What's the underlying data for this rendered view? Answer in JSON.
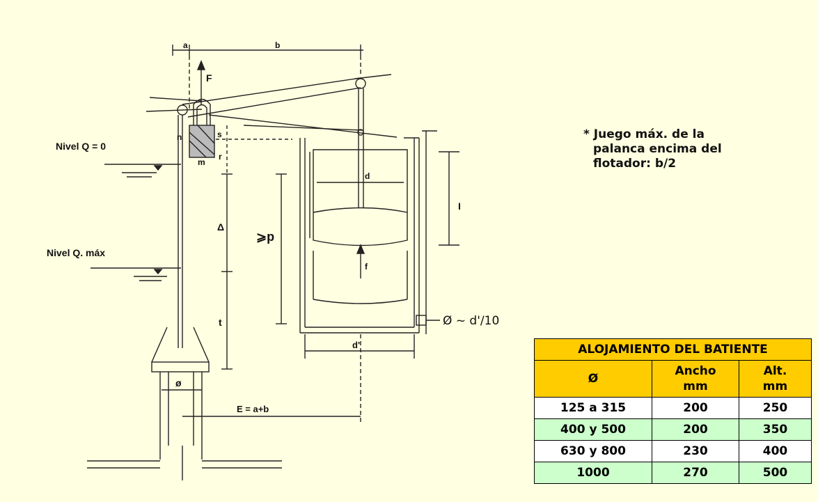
{
  "diagram": {
    "dim_a": "a",
    "dim_b": "b",
    "force_F": "F",
    "level_q0": "Nivel Q = 0",
    "level_qmax": "Nivel Q. máx",
    "dim_n": "n",
    "dim_m": "m",
    "dim_s": "s",
    "dim_r": "r",
    "dim_delta": "Δ",
    "dim_p": "⩾p",
    "dim_t": "t",
    "dim_d": "d",
    "dim_f": "f",
    "dim_I": "I",
    "dim_dprime": "d'",
    "dim_diameter": "ø",
    "dim_E": "E = a+b",
    "drain_label": "Ø ~ d'/10"
  },
  "note": {
    "line1": "* Juego máx. de la",
    "line2": "palanca encima del",
    "line3": "flotador: b/2"
  },
  "table": {
    "title": "ALOJAMIENTO DEL BATIENTE",
    "headers": [
      "Ø",
      "Ancho\nmm",
      "Alt.\nmm"
    ],
    "rows": [
      [
        "125 a 315",
        "200",
        "250"
      ],
      [
        "400 y 500",
        "200",
        "350"
      ],
      [
        "630 y 800",
        "230",
        "400"
      ],
      [
        "1000",
        "270",
        "500"
      ]
    ]
  }
}
